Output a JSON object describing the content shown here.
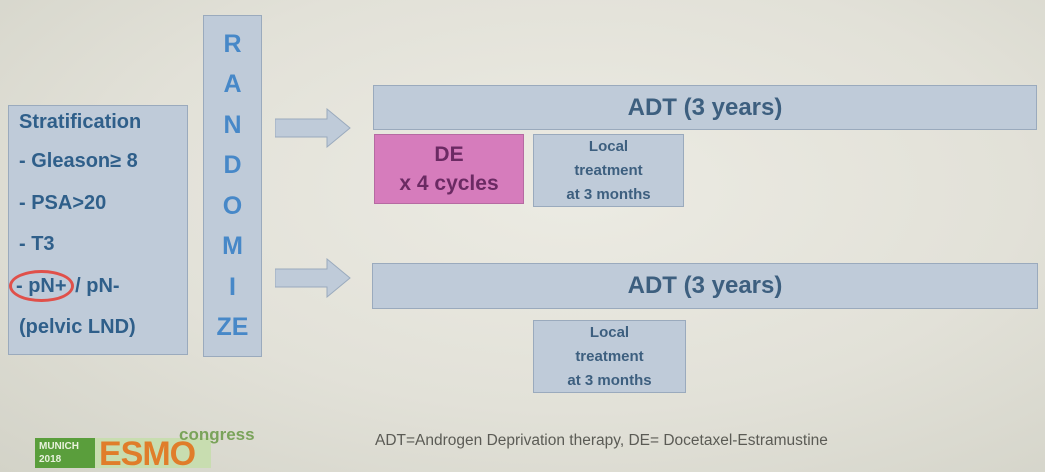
{
  "stratification": {
    "title": "Stratification",
    "item1": "- Gleason≥ 8",
    "item2": "- PSA>20",
    "item3": "- T3",
    "item4_circled": "- pN+",
    "item4_rest": " / pN-",
    "item5": "(pelvic LND)"
  },
  "randomize": [
    "R",
    "A",
    "N",
    "D",
    "O",
    "M",
    "I",
    "ZE"
  ],
  "arm1": {
    "bar": "ADT (3 years)",
    "chemo_line1": "DE",
    "chemo_line2": "x 4 cycles",
    "local_line1": "Local",
    "local_line2": "treatment",
    "local_line3": "at 3 months"
  },
  "arm2": {
    "bar": "ADT (3 years)",
    "local_line1": "Local",
    "local_line2": "treatment",
    "local_line3": "at 3 months"
  },
  "footnote": "ADT=Androgen Deprivation therapy, DE= Docetaxel-Estramustine",
  "logo": {
    "city": "MUNICH",
    "year": "2018",
    "brand": "ESMO",
    "suffix": "congress"
  },
  "colors": {
    "box": "#bfcbd9",
    "text_blue": "#2f5f8a",
    "randomize_blue": "#4788c8",
    "chemo_pink": "#d67cbc",
    "circle_red": "#e0504a"
  }
}
